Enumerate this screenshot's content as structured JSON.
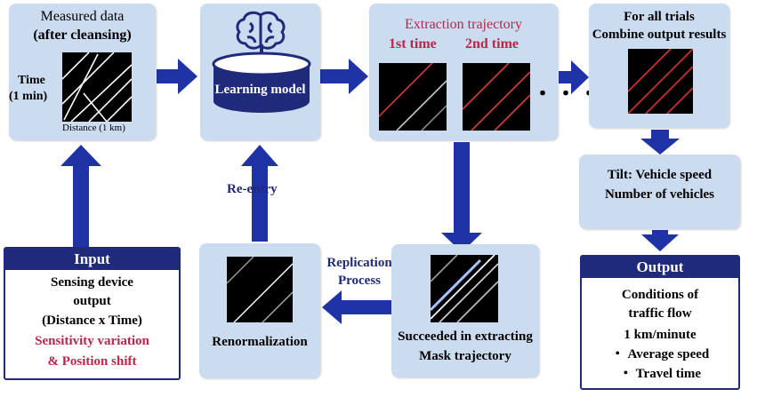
{
  "measured": {
    "title": "Measured data",
    "subtitle": "(after cleansing)",
    "time_label": "Time",
    "time_unit": "(1 min)",
    "distance_label": "Distance (1 km)"
  },
  "learning": {
    "label": "Learning model"
  },
  "extraction": {
    "title": "Extraction trajectory",
    "first": "1st time",
    "second": "2nd time",
    "dots": "・・・"
  },
  "combine": {
    "line1": "For all trials",
    "line2": "Combine output results"
  },
  "tilt": {
    "line1": "Tilt: Vehicle speed",
    "line2": "Number of vehicles"
  },
  "output": {
    "header": "Output",
    "line1": "Conditions of",
    "line2": "traffic flow",
    "line3": "1 km/minute",
    "line4": "・ Average speed",
    "line5": "・ Travel time"
  },
  "input": {
    "header": "Input",
    "line1": "Sensing device",
    "line2": "output",
    "line3": "(Distance x Time)",
    "line4": "Sensitivity variation",
    "line5": "& Position shift"
  },
  "reentry": {
    "label": "Re-entry"
  },
  "renorm": {
    "label": "Renormalization"
  },
  "replication": {
    "line1": "Replication",
    "line2": "Process"
  },
  "succeeded": {
    "line1": "Succeeded in extracting",
    "line2": "Mask trajectory"
  },
  "colors": {
    "panel": "#ccdcf0",
    "arrow": "#1f33a6",
    "accent": "#b5284a",
    "dark": "#1f2a7a"
  }
}
